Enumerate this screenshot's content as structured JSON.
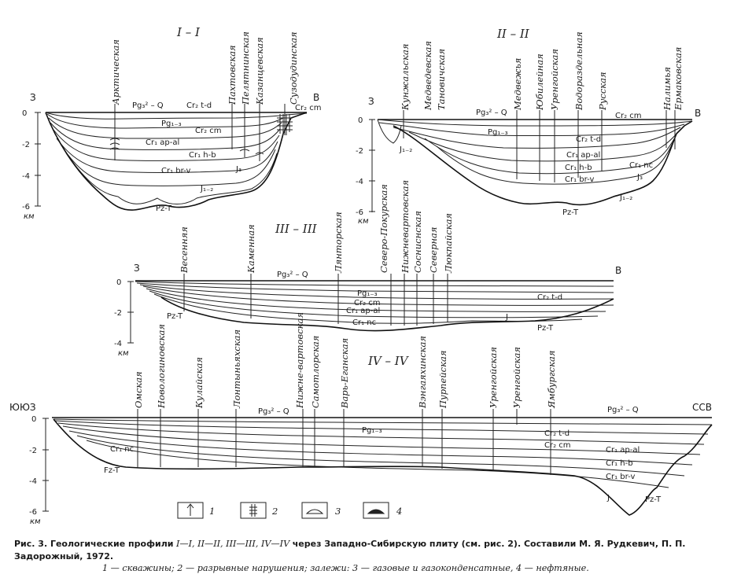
{
  "profiles": [
    {
      "id": "p1",
      "title": "I – I",
      "dir_left": "З",
      "dir_right": "В",
      "depth_ticks": [
        "0",
        "-2",
        "-4",
        "-6"
      ],
      "unit": "км",
      "wells": [
        "Арктическая",
        "Пахтовская",
        "Пелятнинская",
        "Казанцевская",
        "Сузодудинская"
      ],
      "layers": [
        "Pg₃² – Q",
        "Cr₂ t-d",
        "Cr₂ cm",
        "Pg₁₋₃",
        "Cr₂ cm",
        "Cr₁ ap-al",
        "Cr₁ h-b",
        "Cr₁ br-v",
        "J₃",
        "J₁₋₂",
        "Pz-T"
      ]
    },
    {
      "id": "p2",
      "title": "II – II",
      "dir_left": "З",
      "dir_right": "В",
      "depth_ticks": [
        "0",
        "-2",
        "-4",
        "-6"
      ],
      "unit": "км",
      "wells": [
        "Кунжальская",
        "Медведевская",
        "Тановичская",
        "Медвежья",
        "Юбилейная",
        "Уренгойская",
        "Водораздельная",
        "Русская",
        "Налимья",
        "Ермаковская"
      ],
      "layers": [
        "Pg₃² – Q",
        "Cr₂ cm",
        "Pg₁₋₃",
        "Cr₂ t-d",
        "Cr₁ ap-al",
        "Cr₁ h-b",
        "Cr₁ br-v",
        "Cr₁ nc",
        "J₃",
        "J₁₋₂",
        "J₁₋₂",
        "Pz-T"
      ]
    },
    {
      "id": "p3",
      "title": "III – III",
      "dir_left": "З",
      "dir_right": "В",
      "depth_ticks": [
        "0",
        "-2",
        "-4"
      ],
      "unit": "км",
      "wells": [
        "Весенняя",
        "Каменная",
        "Лянторская",
        "Северо-Покурская",
        "Нижневартовская",
        "Сосниснская",
        "Северная",
        "Люкпайская"
      ],
      "layers": [
        "Pg₃² – Q",
        "Pg₁₋₃",
        "Cr₂ cm",
        "Cr₁ ap-al",
        "Cr₁ nc",
        "Cr₂ t-d",
        "J",
        "Pz-T",
        "Pz-T"
      ]
    },
    {
      "id": "p4",
      "title": "IV – IV",
      "dir_left": "ЮЮЗ",
      "dir_right": "ССВ",
      "depth_ticks": [
        "0",
        "-2",
        "-4",
        "-6"
      ],
      "unit": "км",
      "wells": [
        "Омская",
        "Новологиновская",
        "Кулайская",
        "Лонтыньяхская",
        "Нижне-вартовская",
        "Самотлорская",
        "Варь-Еганская",
        "Вэнгаяхинская",
        "Пурпейская",
        "Уренгойская",
        "Уренгойская",
        "Ямбургская"
      ],
      "layers": [
        "Pg₃² – Q",
        "Pg₁₋₃",
        "Cr₂ t-d",
        "Cr₂ cm",
        "Cr₁ ap-al",
        "Cr₁ h-b",
        "Cr₁ br-v",
        "Cr₁ nc",
        "Pg₃² – Q",
        "Fz-T",
        "J",
        "Pz-T"
      ]
    }
  ],
  "legend": [
    {
      "num": "1",
      "symbol": "well-icon"
    },
    {
      "num": "2",
      "symbol": "fault-icon"
    },
    {
      "num": "3",
      "symbol": "gas-deposit-icon"
    },
    {
      "num": "4",
      "symbol": "oil-deposit-icon"
    }
  ],
  "caption": {
    "prefix": "Рис. 3. Геологические профили",
    "profiles": "I—I, II—II, III—III, IV—IV",
    "rest": "через Западно-Сибирскую плиту (см. рис. 2). Составили М. Я. Рудкевич, П. П. Задорожный, 1972.",
    "line2": "1 — скважины; 2 — разрывные нарушения; залежи: 3 — газовые и газоконденсатные, 4 — нефтяные."
  }
}
